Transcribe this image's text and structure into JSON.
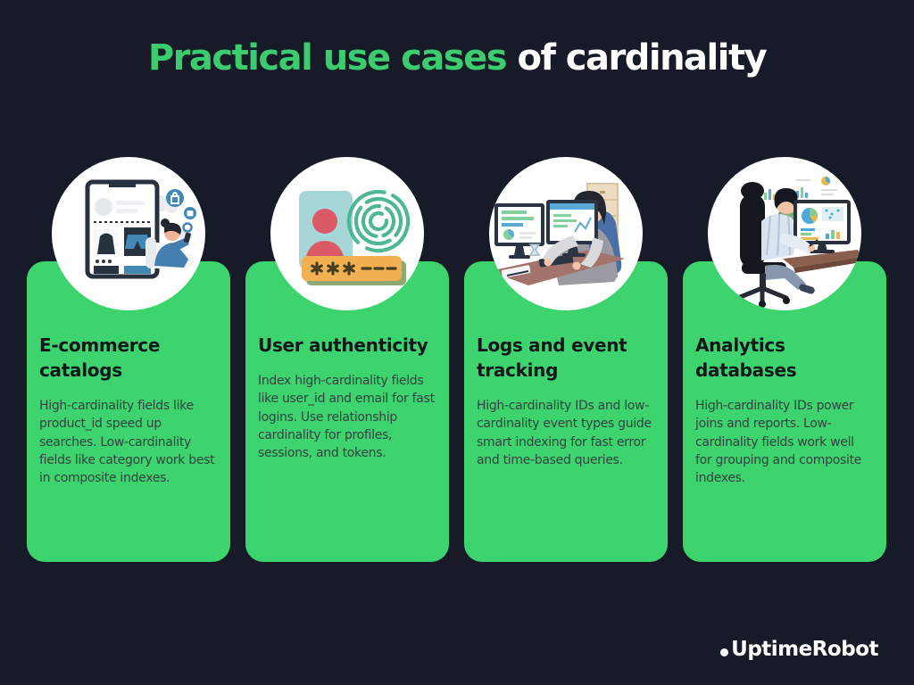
{
  "page": {
    "title_highlight": "Practical use cases",
    "title_rest": " of cardinality"
  },
  "colors": {
    "background": "#161b27",
    "accent_green": "#3ccb6e",
    "card_green": "#3dd36e",
    "card_title_text": "#11161b",
    "card_body_text": "#344240",
    "white": "#ffffff"
  },
  "cards": [
    {
      "icon": "ecommerce-catalog-icon",
      "title": "E-commerce catalogs",
      "body": "High-cardinality fields like product_id speed up searches. Low-cardinality fields like category work best in composite indexes."
    },
    {
      "icon": "user-authentication-icon",
      "title": "User authenticity",
      "body": "Index high-cardinality fields like user_id and email for fast logins. Use relationship cardinality for profiles, sessions, and tokens."
    },
    {
      "icon": "logs-event-tracking-icon",
      "title": "Logs and event tracking",
      "body": "High-cardinality IDs and low-cardinality event types guide smart indexing for fast error and time-based queries."
    },
    {
      "icon": "analytics-database-icon",
      "title": "Analytics databases",
      "body": "High-cardinality IDs power joins and reports. Low-cardinality fields work well for grouping and composite indexes."
    }
  ],
  "footer": {
    "brand": "UptimeRobot"
  }
}
